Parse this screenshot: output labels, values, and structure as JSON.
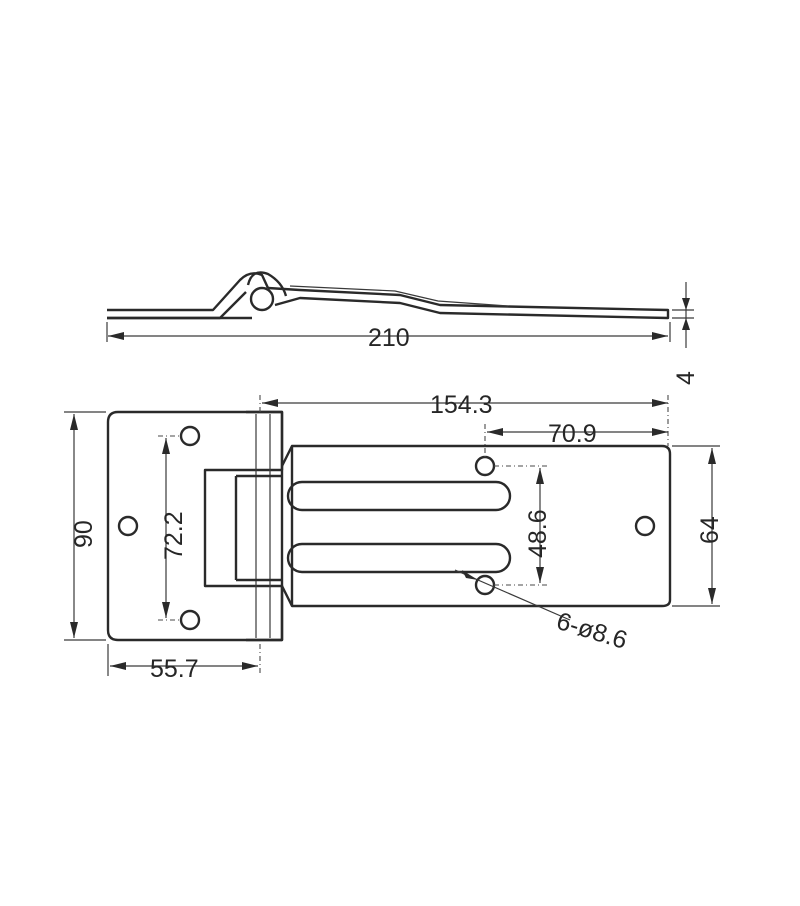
{
  "dimensions": {
    "overall_length": "210",
    "thickness": "4",
    "hinge_leaf_width": "90",
    "hole_spacing_left": "72.2",
    "left_leaf_length": "55.7",
    "right_leaf_length": "154.3",
    "hole_offset": "70.9",
    "slot_leaf_width": "64",
    "hole_spacing_right": "48.6",
    "holes_spec": "6-ø8.6"
  }
}
